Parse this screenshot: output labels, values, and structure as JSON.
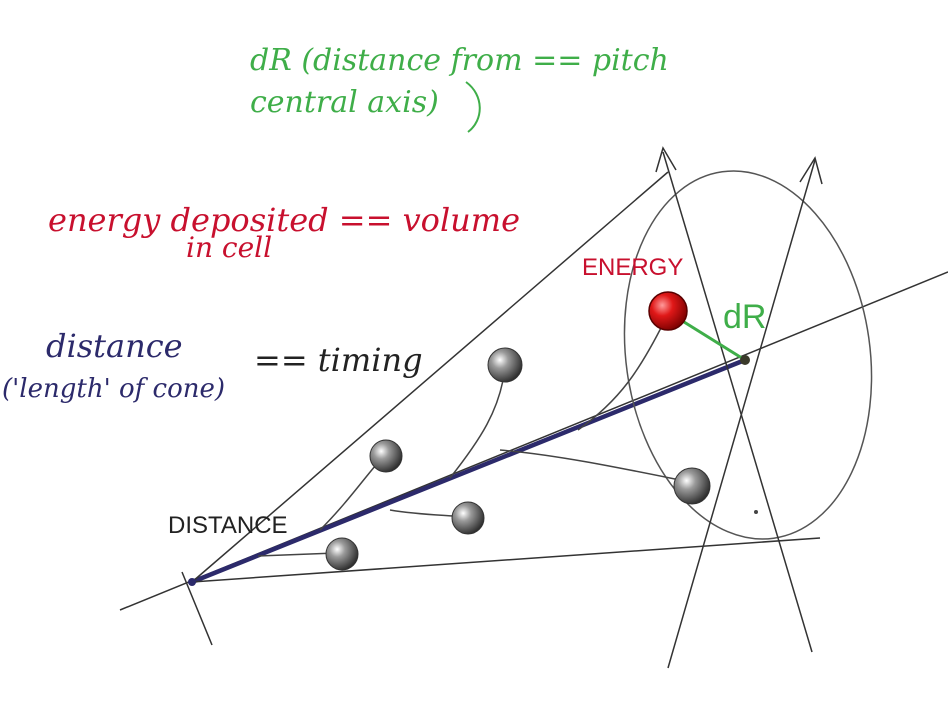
{
  "annotations": {
    "dR_line1": "dR (distance from == pitch",
    "dR_line2": "central axis)",
    "energy_line1": "energy deposited == volume",
    "energy_line2": "in cell",
    "distance_line1": "distance",
    "distance_line2": "('length' of cone)",
    "timing": "== timing"
  },
  "labels": {
    "energy": "ENERGY",
    "dR": "dR",
    "distance": "DISTANCE"
  },
  "colors": {
    "ink": "#333333",
    "axis": "#2c2a6b",
    "green": "#3fae49",
    "red": "#c8102e",
    "ball": "#4a4a4a"
  }
}
